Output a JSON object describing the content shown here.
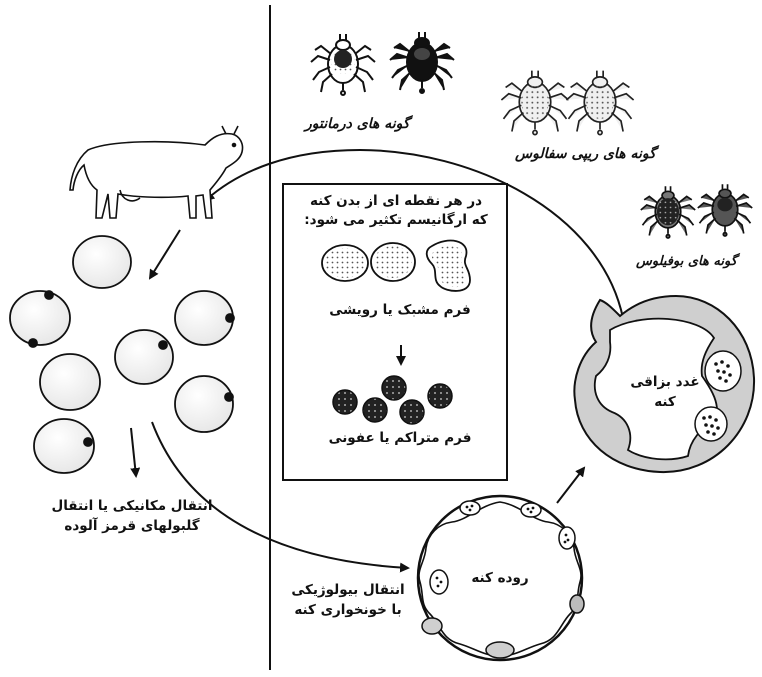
{
  "tick_groups": {
    "dermacentor": {
      "label": "گونه های درمانتور",
      "icons": [
        "tick-icon",
        "tick-icon"
      ]
    },
    "rhipicephalus": {
      "label": "گونه های ریپی سفالوس",
      "icons": [
        "tick-icon",
        "tick-icon"
      ]
    },
    "boophilus": {
      "label": "گونه های بوفیلوس",
      "icons": [
        "tick-icon",
        "tick-icon"
      ]
    }
  },
  "cow": {
    "icon": "cow-icon"
  },
  "box": {
    "header_line1": "در هر نقطه ای از بدن کنه",
    "header_line2": "که ارگانیسم تکثیر می شود:",
    "form1_label": "فرم مشبک یا رویشی",
    "form2_label": "فرم متراکم یا عفونی"
  },
  "mechanical_transmission": {
    "line1": "انتقال مکانیکی یا انتقال",
    "line2": "گلبولهای قرمز آلوده"
  },
  "biological_transmission": {
    "line1": "انتقال بیولوژیکی",
    "line2": "با خونخواری کنه"
  },
  "tick_gut": {
    "label": "روده کنه"
  },
  "salivary_gland": {
    "line1": "غدد بزاقی",
    "line2": "کنه"
  },
  "colors": {
    "ink": "#111111",
    "organ_fill": "#cfcfcf",
    "cell_fill": "#f6f6f6",
    "background": "#ffffff"
  }
}
